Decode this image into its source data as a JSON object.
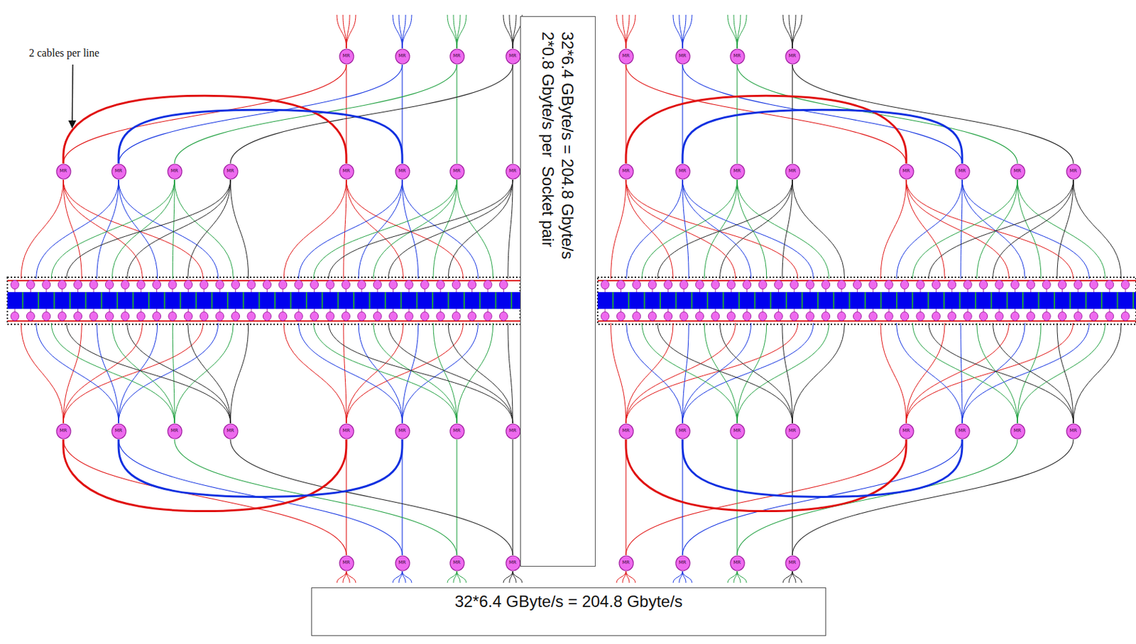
{
  "diagram": {
    "nodes": [
      {
        "text": [
          "MR"
        ]
      },
      {
        "text": [
          "MR"
        ]
      },
      {
        "text": [
          "MR"
        ]
      },
      {
        "text": [
          "MR"
        ]
      },
      {
        "text": [
          "MR"
        ]
      },
      {
        "text": [
          "MR"
        ]
      },
      {
        "text": [
          "MR"
        ]
      },
      {
        "text": [
          "MR"
        ]
      },
      {
        "text": [
          "MR"
        ]
      },
      {
        "text": [
          "MR"
        ]
      },
      {
        "text": [
          "MR"
        ]
      },
      {
        "text": [
          "MR"
        ]
      },
      {
        "text": [
          "MR"
        ]
      },
      {
        "text": [
          "MR"
        ]
      },
      {
        "text": [
          "MR"
        ]
      },
      {
        "text": [
          "MR"
        ]
      },
      {
        "text": [
          "MR"
        ]
      },
      {
        "text": [
          "MR"
        ]
      },
      {
        "text": [
          "MR"
        ]
      },
      {
        "text": [
          "MR"
        ]
      },
      {
        "text": [
          "MR"
        ]
      },
      {
        "text": [
          "MR"
        ]
      },
      {
        "text": [
          "MR"
        ]
      },
      {
        "text": [
          "MR"
        ]
      },
      {
        "text": [
          "MR"
        ]
      },
      {
        "text": [
          "MR"
        ]
      },
      {
        "text": [
          "MR"
        ]
      },
      {
        "text": [
          "MR"
        ]
      },
      {
        "text": [
          "MR"
        ]
      },
      {
        "text": [
          "MR"
        ]
      },
      {
        "text": [
          "MR"
        ]
      },
      {
        "text": [
          "MR"
        ]
      },
      {
        "text": [
          "MR"
        ]
      },
      {
        "text": [
          "MR"
        ]
      },
      {
        "text": [
          "MR"
        ]
      },
      {
        "text": [
          "MR"
        ]
      },
      {
        "text": [
          "MR"
        ]
      },
      {
        "text": [
          "MR"
        ]
      },
      {
        "text": [
          "MR"
        ]
      },
      {
        "text": [
          "MR"
        ]
      },
      {
        "text": [
          "MR"
        ]
      },
      {
        "text": [
          "MR"
        ]
      },
      {
        "text": [
          "MR"
        ]
      },
      {
        "text": [
          "MR"
        ]
      },
      {
        "text": [
          "MR"
        ]
      },
      {
        "text": [
          "MR"
        ]
      },
      {
        "text": [
          "MR"
        ]
      },
      {
        "text": [
          "MR"
        ]
      },
      {
        "text": [
          "32*6.4 GByte/s = 204.8 Gbyte/s",
          "2*0.8 Gbyte/s per  Socket pair"
        ]
      },
      {
        "text": [
          "32*6.4 GByte/s = 204.8 Gbyte/s"
        ]
      }
    ],
    "edges": [
      {
        "from": 0,
        "to": 8,
        "arrow": "none"
      },
      {
        "from": 0,
        "to": 12,
        "arrow": "none"
      },
      {
        "from": 1,
        "to": 9,
        "arrow": "none"
      },
      {
        "from": 1,
        "to": 13,
        "arrow": "none"
      },
      {
        "from": 2,
        "to": 10,
        "arrow": "none"
      },
      {
        "from": 2,
        "to": 14,
        "arrow": "none"
      },
      {
        "from": 3,
        "to": 11,
        "arrow": "none"
      },
      {
        "from": 3,
        "to": 15,
        "arrow": "none"
      },
      {
        "from": 4,
        "to": 16,
        "arrow": "none"
      },
      {
        "from": 4,
        "to": 20,
        "arrow": "none"
      },
      {
        "from": 5,
        "to": 17,
        "arrow": "none"
      },
      {
        "from": 5,
        "to": 21,
        "arrow": "none"
      },
      {
        "from": 6,
        "to": 18,
        "arrow": "none"
      },
      {
        "from": 6,
        "to": 22,
        "arrow": "none"
      },
      {
        "from": 7,
        "to": 19,
        "arrow": "none"
      },
      {
        "from": 7,
        "to": 23,
        "arrow": "none"
      },
      {
        "from": 8,
        "to": 12,
        "arrow": "none"
      },
      {
        "from": 9,
        "to": 13,
        "arrow": "none"
      },
      {
        "from": 16,
        "to": 20,
        "arrow": "none"
      },
      {
        "from": 17,
        "to": 21,
        "arrow": "none"
      },
      {
        "from": 40,
        "to": 24,
        "arrow": "none"
      },
      {
        "from": 40,
        "to": 28,
        "arrow": "none"
      },
      {
        "from": 41,
        "to": 25,
        "arrow": "none"
      },
      {
        "from": 41,
        "to": 29,
        "arrow": "none"
      },
      {
        "from": 42,
        "to": 26,
        "arrow": "none"
      },
      {
        "from": 42,
        "to": 30,
        "arrow": "none"
      },
      {
        "from": 43,
        "to": 27,
        "arrow": "none"
      },
      {
        "from": 43,
        "to": 31,
        "arrow": "none"
      },
      {
        "from": 44,
        "to": 32,
        "arrow": "none"
      },
      {
        "from": 44,
        "to": 36,
        "arrow": "none"
      },
      {
        "from": 45,
        "to": 33,
        "arrow": "none"
      },
      {
        "from": 45,
        "to": 37,
        "arrow": "none"
      },
      {
        "from": 46,
        "to": 34,
        "arrow": "none"
      },
      {
        "from": 46,
        "to": 38,
        "arrow": "none"
      },
      {
        "from": 47,
        "to": 35,
        "arrow": "none"
      },
      {
        "from": 47,
        "to": 39,
        "arrow": "none"
      },
      {
        "from": 24,
        "to": 28,
        "arrow": "none"
      },
      {
        "from": 25,
        "to": 29,
        "arrow": "none"
      },
      {
        "from": 32,
        "to": 36,
        "arrow": "none"
      },
      {
        "from": 33,
        "to": 37,
        "arrow": "none"
      }
    ],
    "labels": [
      "2 cables per line"
    ]
  }
}
